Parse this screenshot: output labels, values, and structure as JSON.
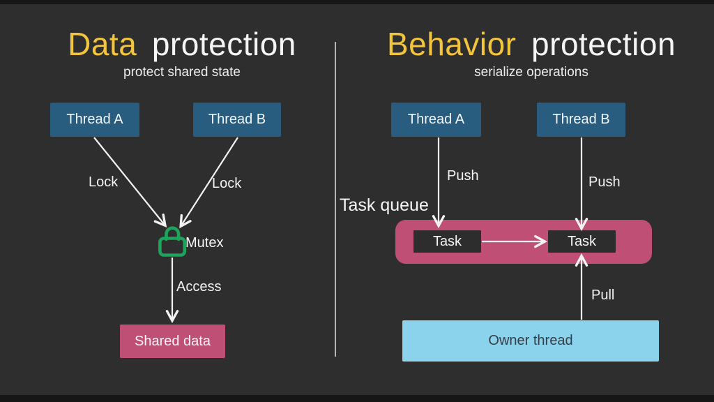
{
  "colors": {
    "bg": "#2e2e2e",
    "bar": "#161616",
    "accent": "#f2c53d",
    "text": "#f5f5f5",
    "thread": "#285d80",
    "pink": "#c04f75",
    "darkbox": "#2d2d2d",
    "lightblue": "#8bd3ec",
    "green": "#1ca45c",
    "line": "#f2f2f2",
    "divider": "#cfcfcf"
  },
  "left": {
    "title_highlight": "Data",
    "title_rest": "protection",
    "subtitle": "protect shared state",
    "thread_a": "Thread A",
    "thread_b": "Thread B",
    "lock_label_a": "Lock",
    "lock_label_b": "Lock",
    "mutex_label": "Mutex",
    "access_label": "Access",
    "shared_data": "Shared data"
  },
  "right": {
    "title_highlight": "Behavior",
    "title_rest": "protection",
    "subtitle": "serialize operations",
    "thread_a": "Thread A",
    "thread_b": "Thread B",
    "push_label_a": "Push",
    "push_label_b": "Push",
    "task_queue_label": "Task queue",
    "task_1": "Task",
    "task_2": "Task",
    "pull_label": "Pull",
    "owner_thread": "Owner thread"
  }
}
